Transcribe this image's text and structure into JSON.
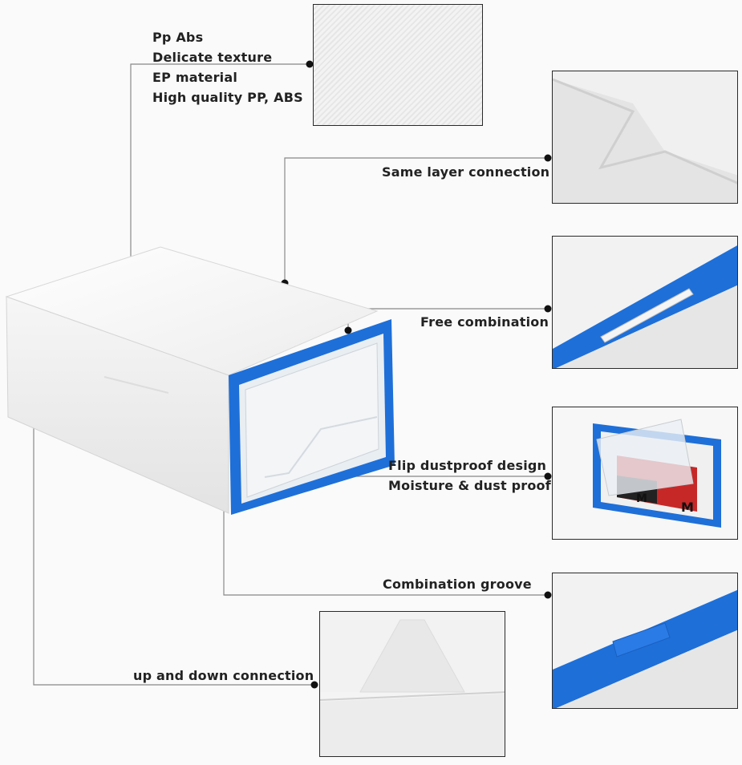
{
  "labels": {
    "material": [
      "Pp  Abs",
      "Delicate texture",
      "EP material",
      "High quality PP, ABS"
    ],
    "same_layer": "Same layer connection",
    "free_combination": "Free combination",
    "flip": [
      "Flip dustproof design",
      "Moisture & dust proof"
    ],
    "groove": "Combination groove",
    "updown": "up and down connection"
  },
  "inset_brand_text": [
    "M",
    "M"
  ],
  "colors": {
    "accent_blue": "#1e6fd8",
    "box_white": "#f4f4f4",
    "line_gray": "#888888"
  }
}
